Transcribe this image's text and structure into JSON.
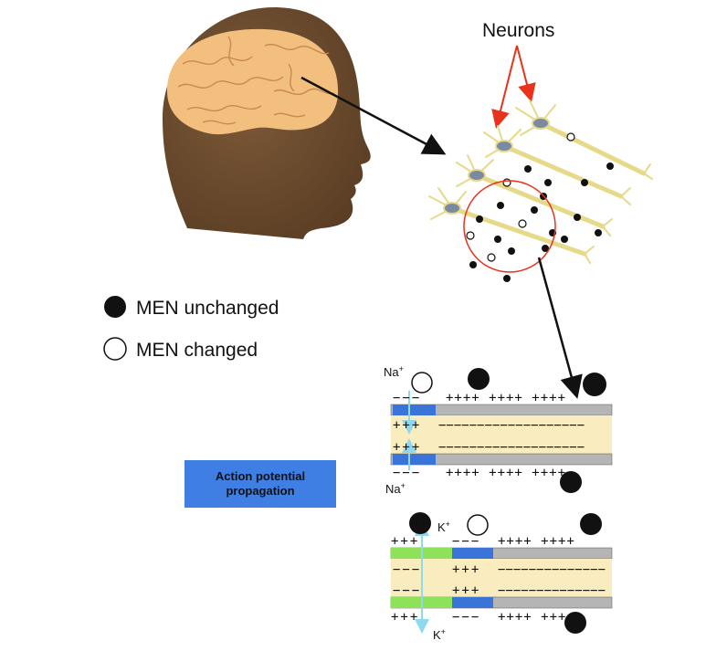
{
  "title": "Neurons",
  "legend": {
    "unchanged": "MEN unchanged",
    "changed": "MEN changed"
  },
  "box": {
    "line1": "Action potential",
    "line2": "propagation"
  },
  "ions": {
    "na": "Na",
    "k": "K",
    "sup": "+"
  },
  "signs": {
    "plus": "+",
    "minus": "−"
  },
  "colors": {
    "head": "#6b4a2e",
    "brain": "#f2bf7e",
    "red_arrow": "#e8321c",
    "membrane_gray": "#b5b5b5",
    "depolarized_blue": "#3a74d8",
    "repolarized_green": "#8ee25a",
    "axon_interior": "#f9edbf",
    "ion_arrow": "#8fd9ef",
    "neuron": "#e6d98a"
  }
}
